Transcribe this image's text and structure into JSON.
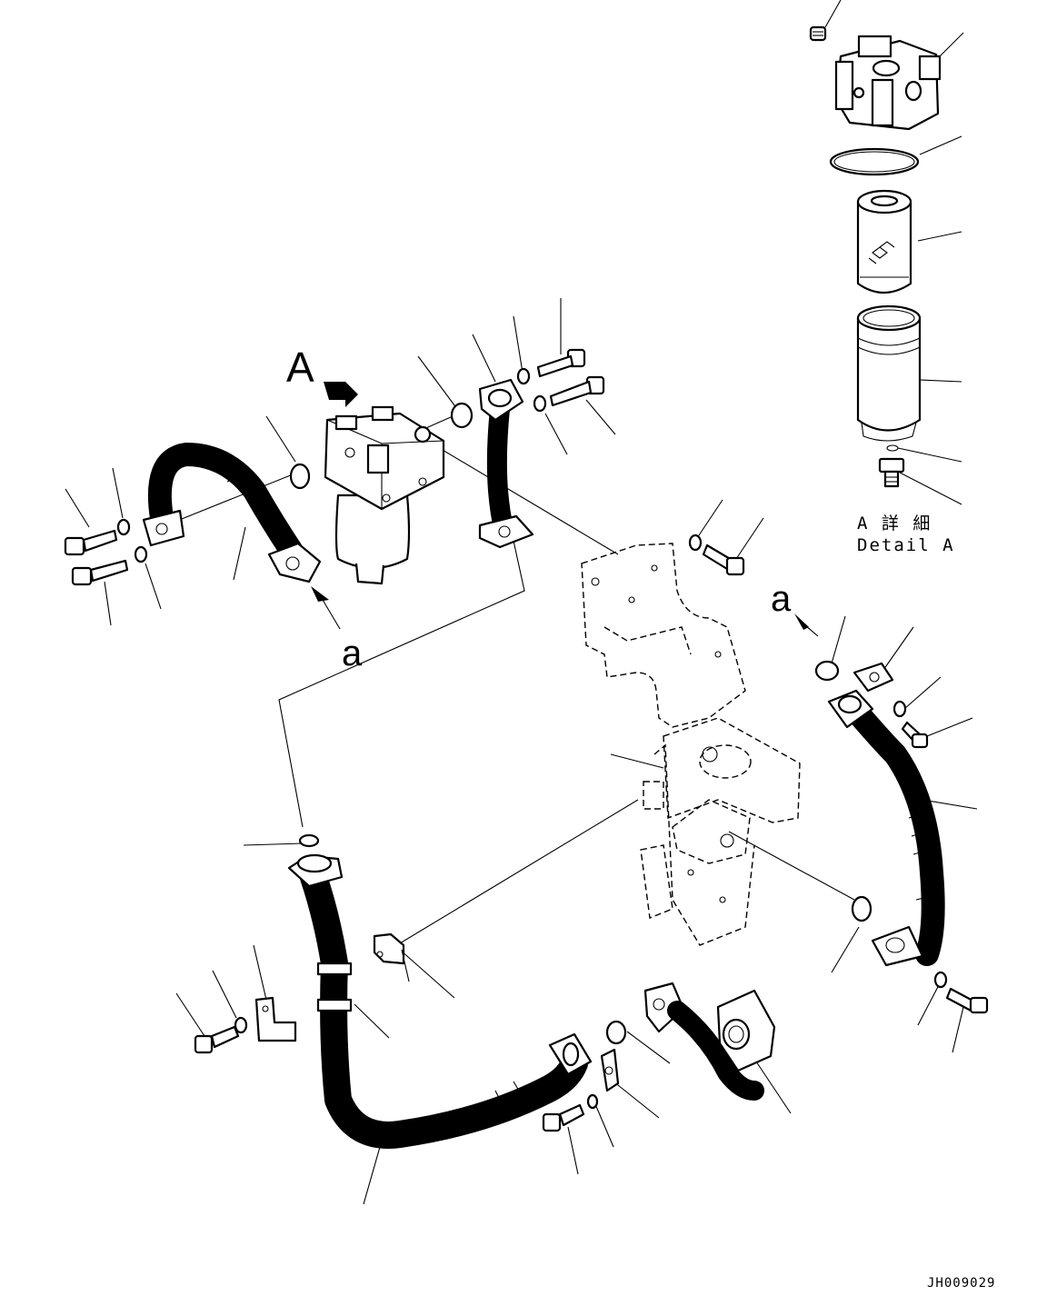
{
  "labels": {
    "view_a": "A",
    "pipe_a_upper": "a",
    "pipe_a_right": "a",
    "detail_jp": "A 詳 細",
    "detail_en": "Detail A",
    "drawing_code": "JH009029"
  },
  "colors": {
    "line": "#000000",
    "background": "#ffffff"
  }
}
